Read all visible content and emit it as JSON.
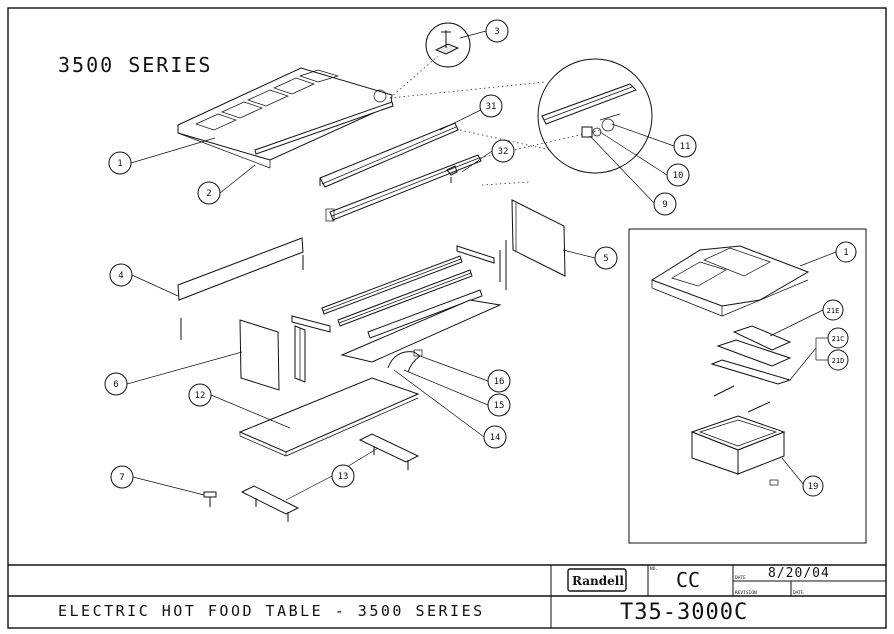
{
  "series_label": "3500 SERIES",
  "callouts": {
    "c1": "1",
    "c2": "2",
    "c3": "3",
    "c4": "4",
    "c5": "5",
    "c6": "6",
    "c7": "7",
    "c9": "9",
    "c10": "10",
    "c11": "11",
    "c12": "12",
    "c13": "13",
    "c14": "14",
    "c15": "15",
    "c16": "16",
    "c31": "31",
    "c32": "32",
    "d1": "1",
    "d21e": "21E",
    "d21c": "21C",
    "d21d": "21D",
    "d19": "19"
  },
  "title_block": {
    "description": "ELECTRIC HOT FOOD TABLE - 3500 SERIES",
    "logo_text": "Randell",
    "no_label": "NO.",
    "drawn_by": "CC",
    "date_label": "DATE",
    "date": "8/20/04",
    "revision_label": "REVISION",
    "rev_date_label": "DATE",
    "drawing_number": "T35-3000C"
  }
}
